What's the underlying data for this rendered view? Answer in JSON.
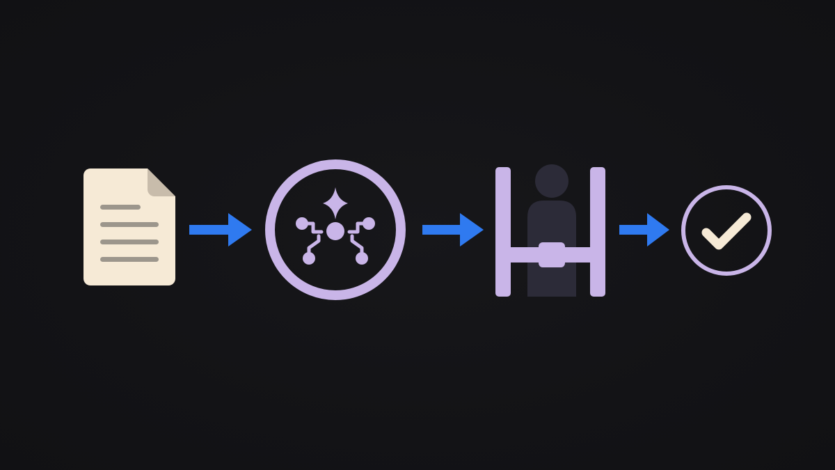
{
  "colors": {
    "background": "#131316",
    "document_paper": "#f6ead6",
    "document_fold": "#c8bcab",
    "document_lines": "#9c968c",
    "lavender": "#c9b5e8",
    "arrow_blue": "#2f7af0",
    "person_silhouette": "#2c2b38",
    "check": "#f6ead6"
  },
  "flow": {
    "steps": [
      {
        "id": "document",
        "icon": "document-icon"
      },
      {
        "id": "ai-processing",
        "icon": "ai-network-icon"
      },
      {
        "id": "human-review",
        "icon": "human-in-the-loop-icon"
      },
      {
        "id": "approved",
        "icon": "checkmark-circle-icon"
      }
    ],
    "connectors": [
      {
        "icon": "arrow-right-icon"
      },
      {
        "icon": "arrow-right-icon"
      },
      {
        "icon": "arrow-right-icon"
      }
    ]
  }
}
